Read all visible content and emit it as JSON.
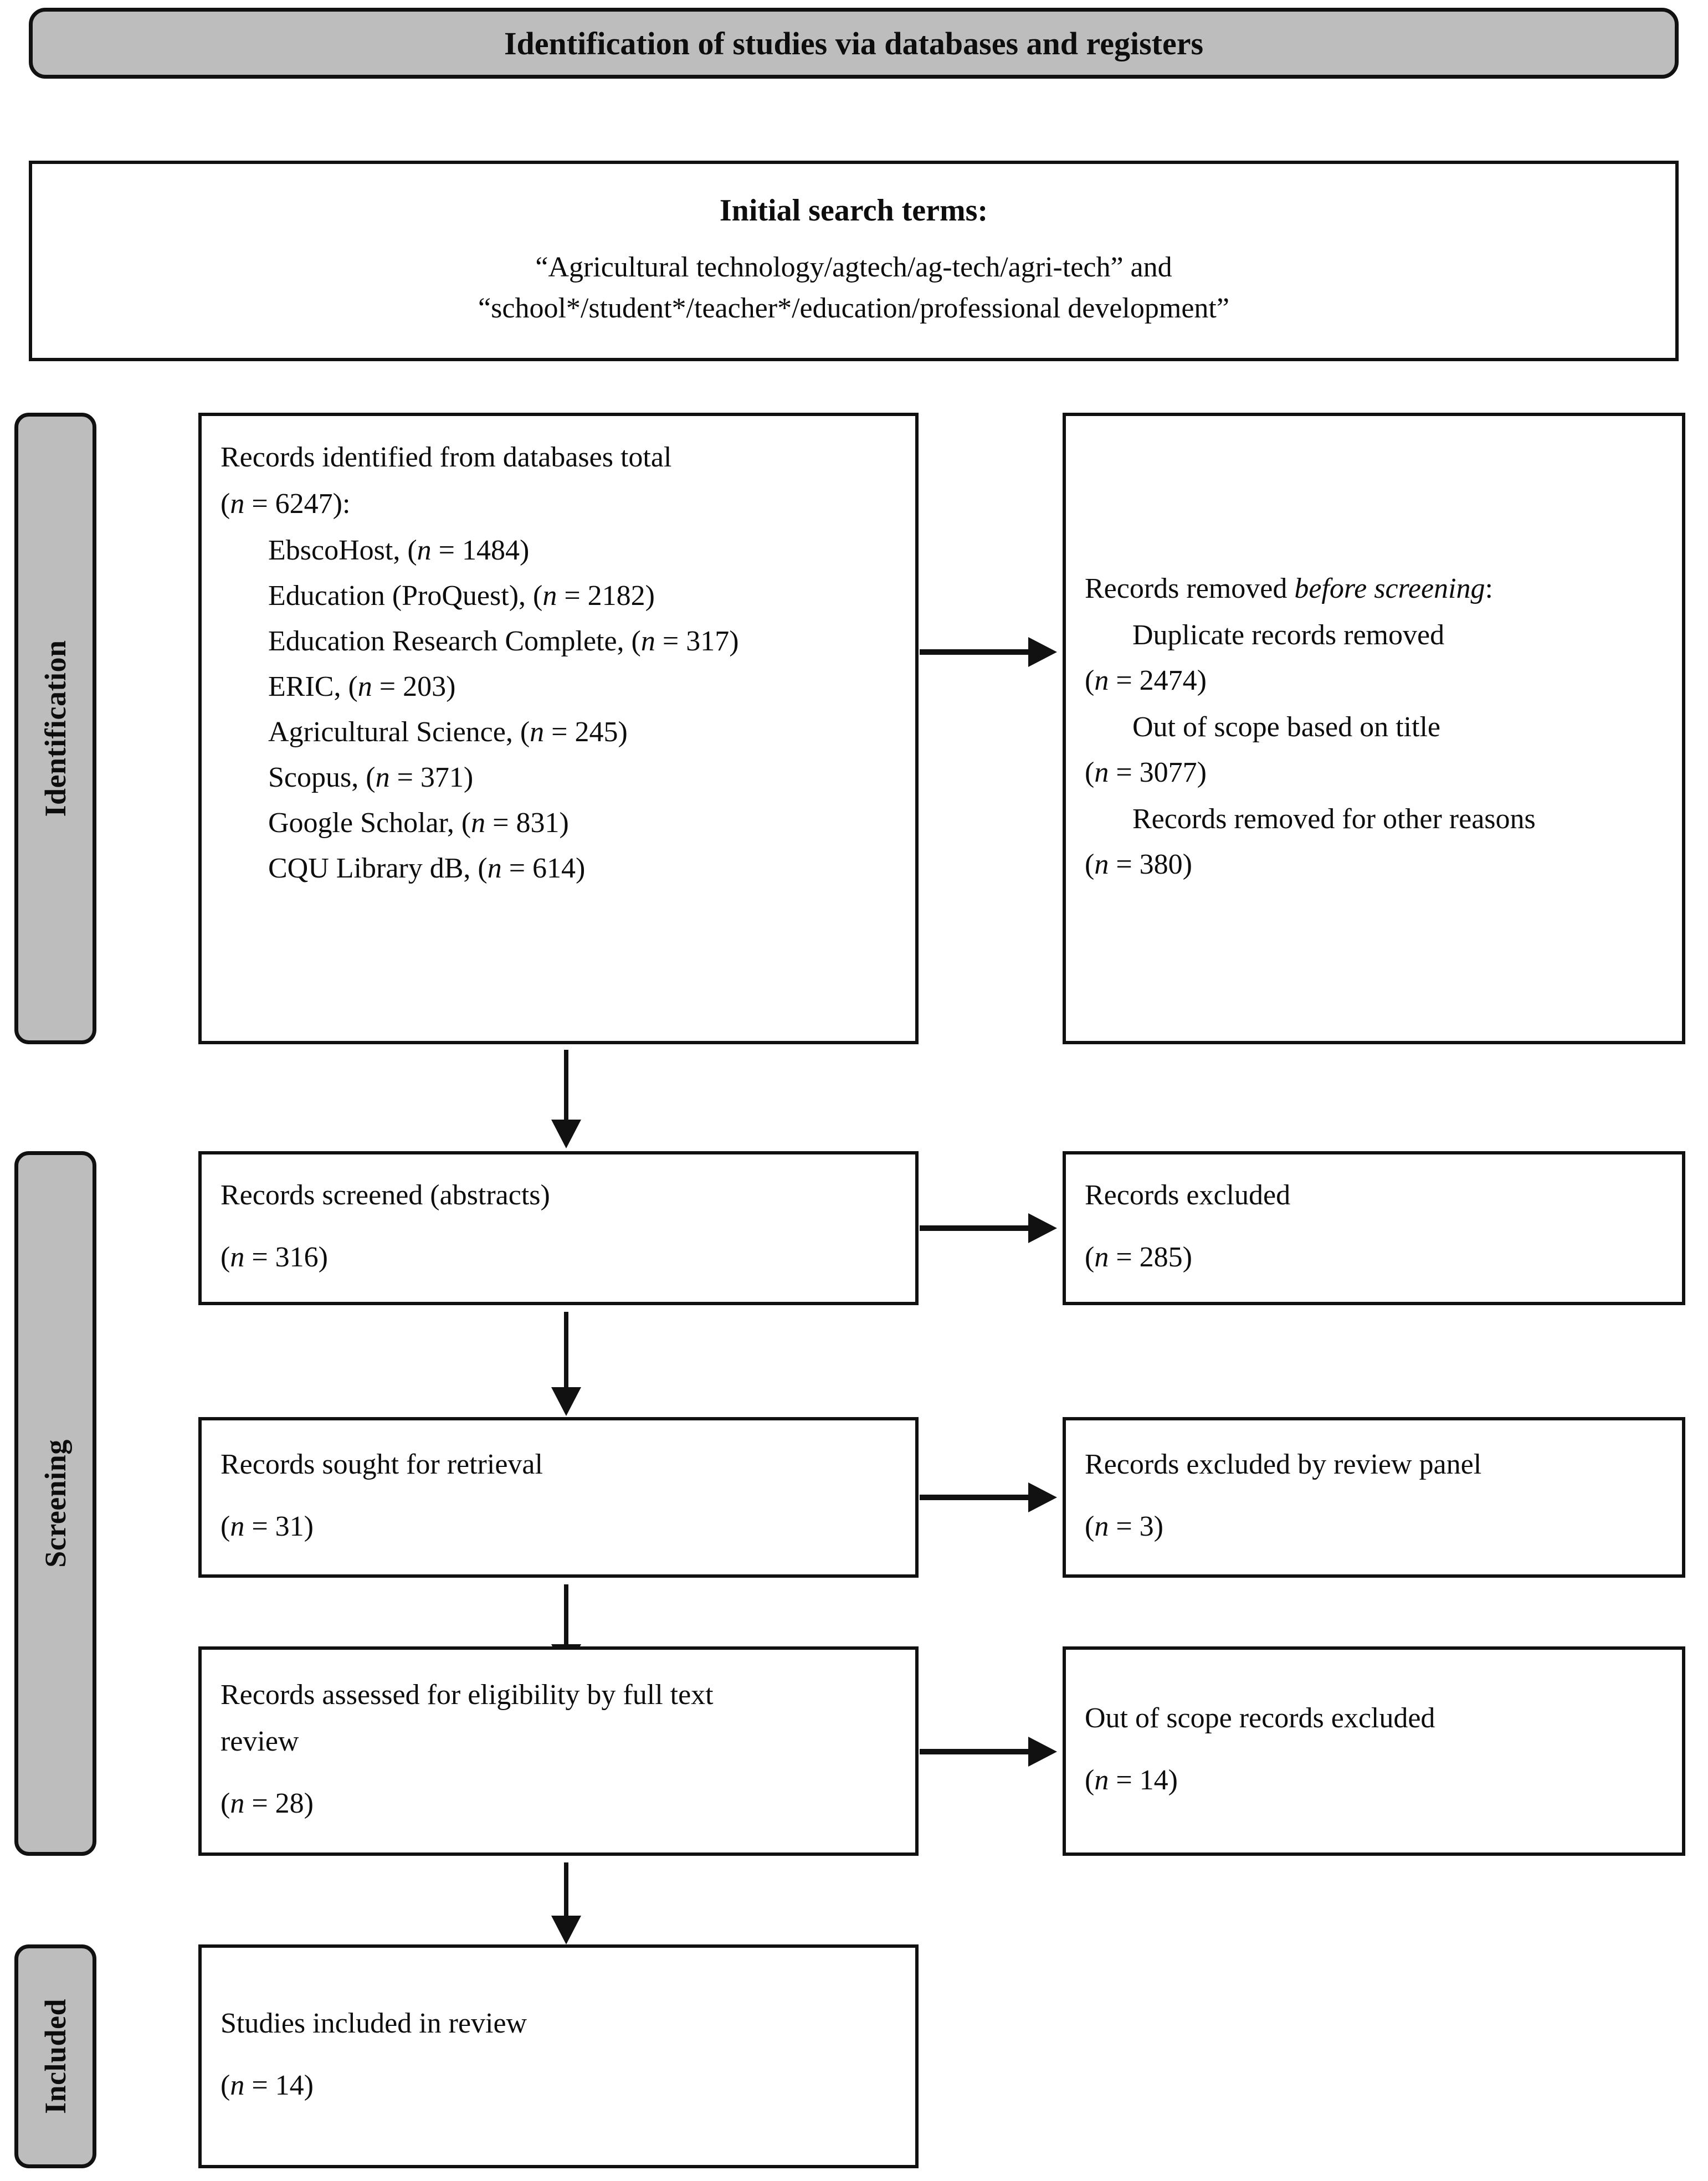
{
  "header": {
    "title": "Identification of studies via databases and registers"
  },
  "search_terms": {
    "title": "Initial search terms:",
    "line1": "“Agricultural technology/agtech/ag-tech/agri-tech” and",
    "line2": "“school*/student*/teacher*/education/professional development”"
  },
  "stages": {
    "identification": "Identification",
    "screening": "Screening",
    "included": "Included"
  },
  "identification": {
    "records_identified": {
      "lead": "Records identified from databases total",
      "total": "(n = 6247):",
      "sources": [
        "EbscoHost, (n = 1484)",
        "Education (ProQuest), (n = 2182)",
        "Education Research Complete, (n = 317)",
        "ERIC, (n = 203)",
        "Agricultural Science, (n = 245)",
        "Scopus, (n = 371)",
        "Google Scholar, (n = 831)",
        "CQU Library dB, (n = 614)"
      ]
    },
    "records_removed": {
      "lead_plain": "Records removed ",
      "lead_italic": "before screening",
      "lead_colon": ":",
      "items": [
        {
          "label": "Duplicate records removed",
          "count": "(n = 2474)"
        },
        {
          "label": "Out of scope based on title",
          "count": "(n = 3077)"
        },
        {
          "label": "Records removed for other reasons",
          "count": "(n = 380)"
        }
      ]
    }
  },
  "screening": {
    "records_screened": {
      "label": "Records screened (abstracts)",
      "count": "(n = 316)"
    },
    "records_excluded": {
      "label": "Records excluded",
      "count": "(n = 285)"
    },
    "records_sought": {
      "label": "Records sought for retrieval",
      "count": "(n = 31)"
    },
    "excluded_by_panel": {
      "label": "Records excluded by review panel",
      "count": "(n = 3)"
    },
    "records_assessed": {
      "label_line1": "Records assessed for eligibility by full text",
      "label_line2": "review",
      "count": "(n = 28)"
    },
    "out_of_scope_excluded": {
      "label": "Out of scope records excluded",
      "count": "(n = 14)"
    }
  },
  "included": {
    "studies_included": {
      "label": "Studies included in review",
      "count": "(n = 14)"
    }
  },
  "colors": {
    "band_fill": "#bdbdbd",
    "stroke": "#111111",
    "page_background": "#ffffff"
  }
}
